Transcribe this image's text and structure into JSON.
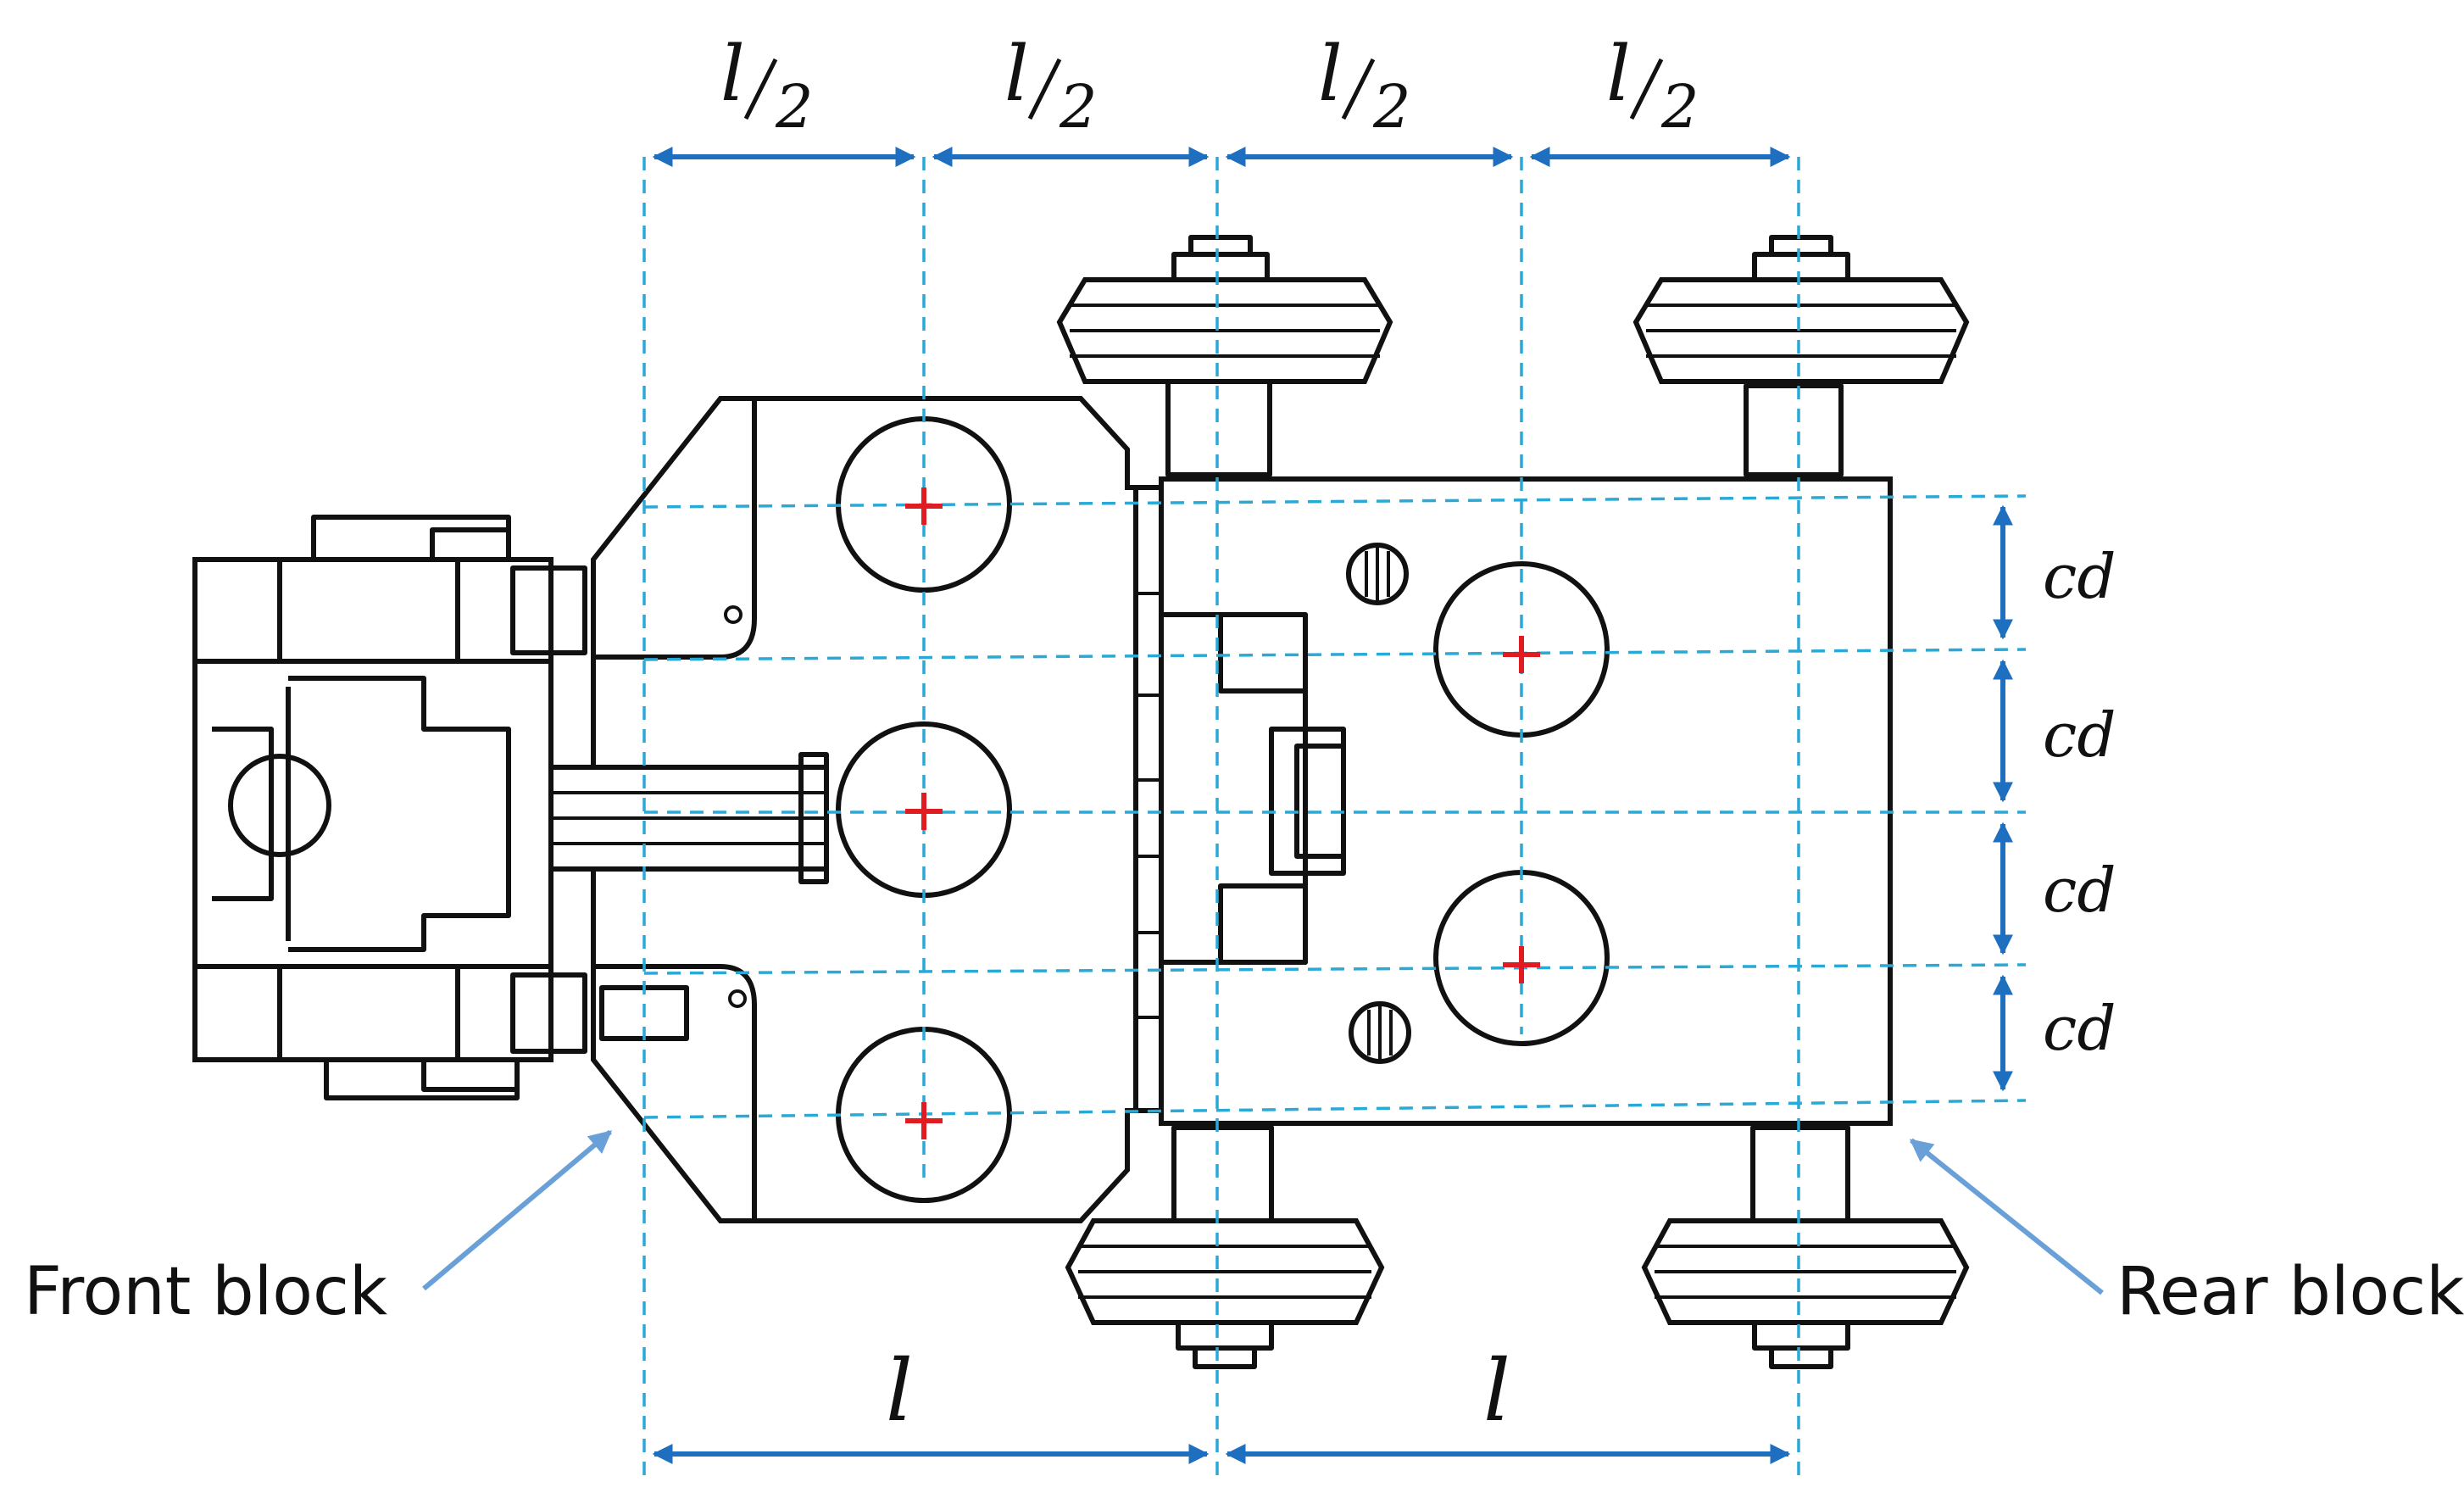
{
  "labels": {
    "front_block": "Front block",
    "rear_block": "Rear block"
  },
  "dimensions": {
    "half_length_var": "l",
    "half_length_den": "2",
    "full_length": "l",
    "center_distance": "cd"
  },
  "colors": {
    "guide_lines": "#2aa9d6",
    "dimension_arrows": "#1f6fc0",
    "callout_arrows": "#6aa0d8",
    "center_marks": "#e01b22",
    "outline": "#111111"
  }
}
